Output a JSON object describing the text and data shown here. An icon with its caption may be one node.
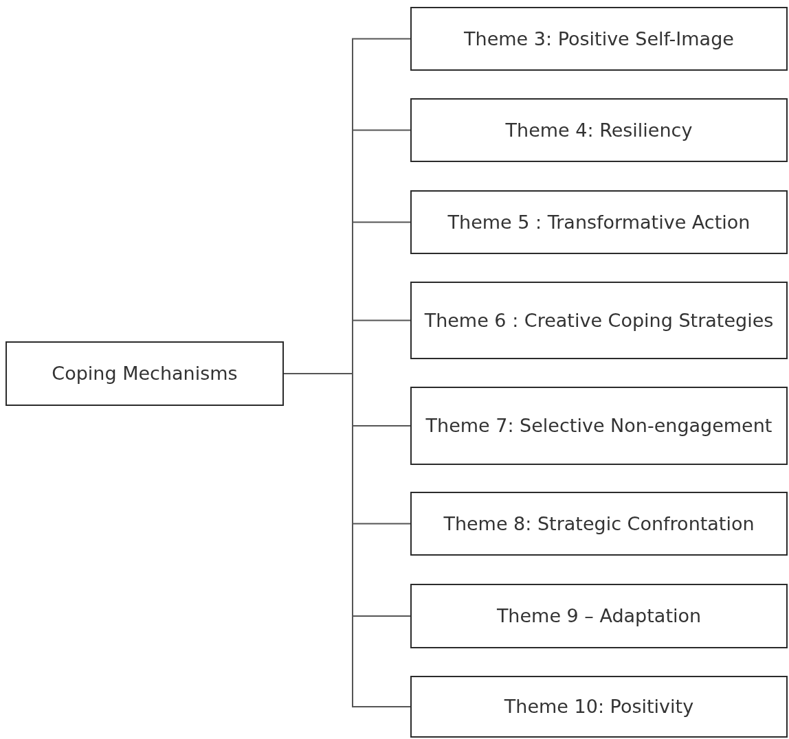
{
  "diagram": {
    "nodes": [
      {
        "text": [
          "Coping Mechanisms"
        ]
      },
      {
        "text": [
          "Theme 3: Positive Self-Image"
        ]
      },
      {
        "text": [
          "Theme 4: Resiliency"
        ]
      },
      {
        "text": [
          "Theme 5 : Transformative Action"
        ]
      },
      {
        "text": [
          "Theme 6 : Creative Coping Strategies"
        ]
      },
      {
        "text": [
          "Theme 7: Selective Non-engagement"
        ]
      },
      {
        "text": [
          "Theme 8: Strategic Confrontation"
        ]
      },
      {
        "text": [
          "Theme 9 – Adaptation"
        ]
      },
      {
        "text": [
          "Theme 10: Positivity"
        ]
      }
    ],
    "edges": [
      {
        "from": 0,
        "to": 1,
        "arrow": "none"
      },
      {
        "from": 0,
        "to": 2,
        "arrow": "none"
      },
      {
        "from": 0,
        "to": 3,
        "arrow": "none"
      },
      {
        "from": 0,
        "to": 4,
        "arrow": "none"
      },
      {
        "from": 0,
        "to": 5,
        "arrow": "none"
      },
      {
        "from": 0,
        "to": 6,
        "arrow": "none"
      },
      {
        "from": 0,
        "to": 7,
        "arrow": "none"
      },
      {
        "from": 0,
        "to": 8,
        "arrow": "none"
      }
    ]
  }
}
